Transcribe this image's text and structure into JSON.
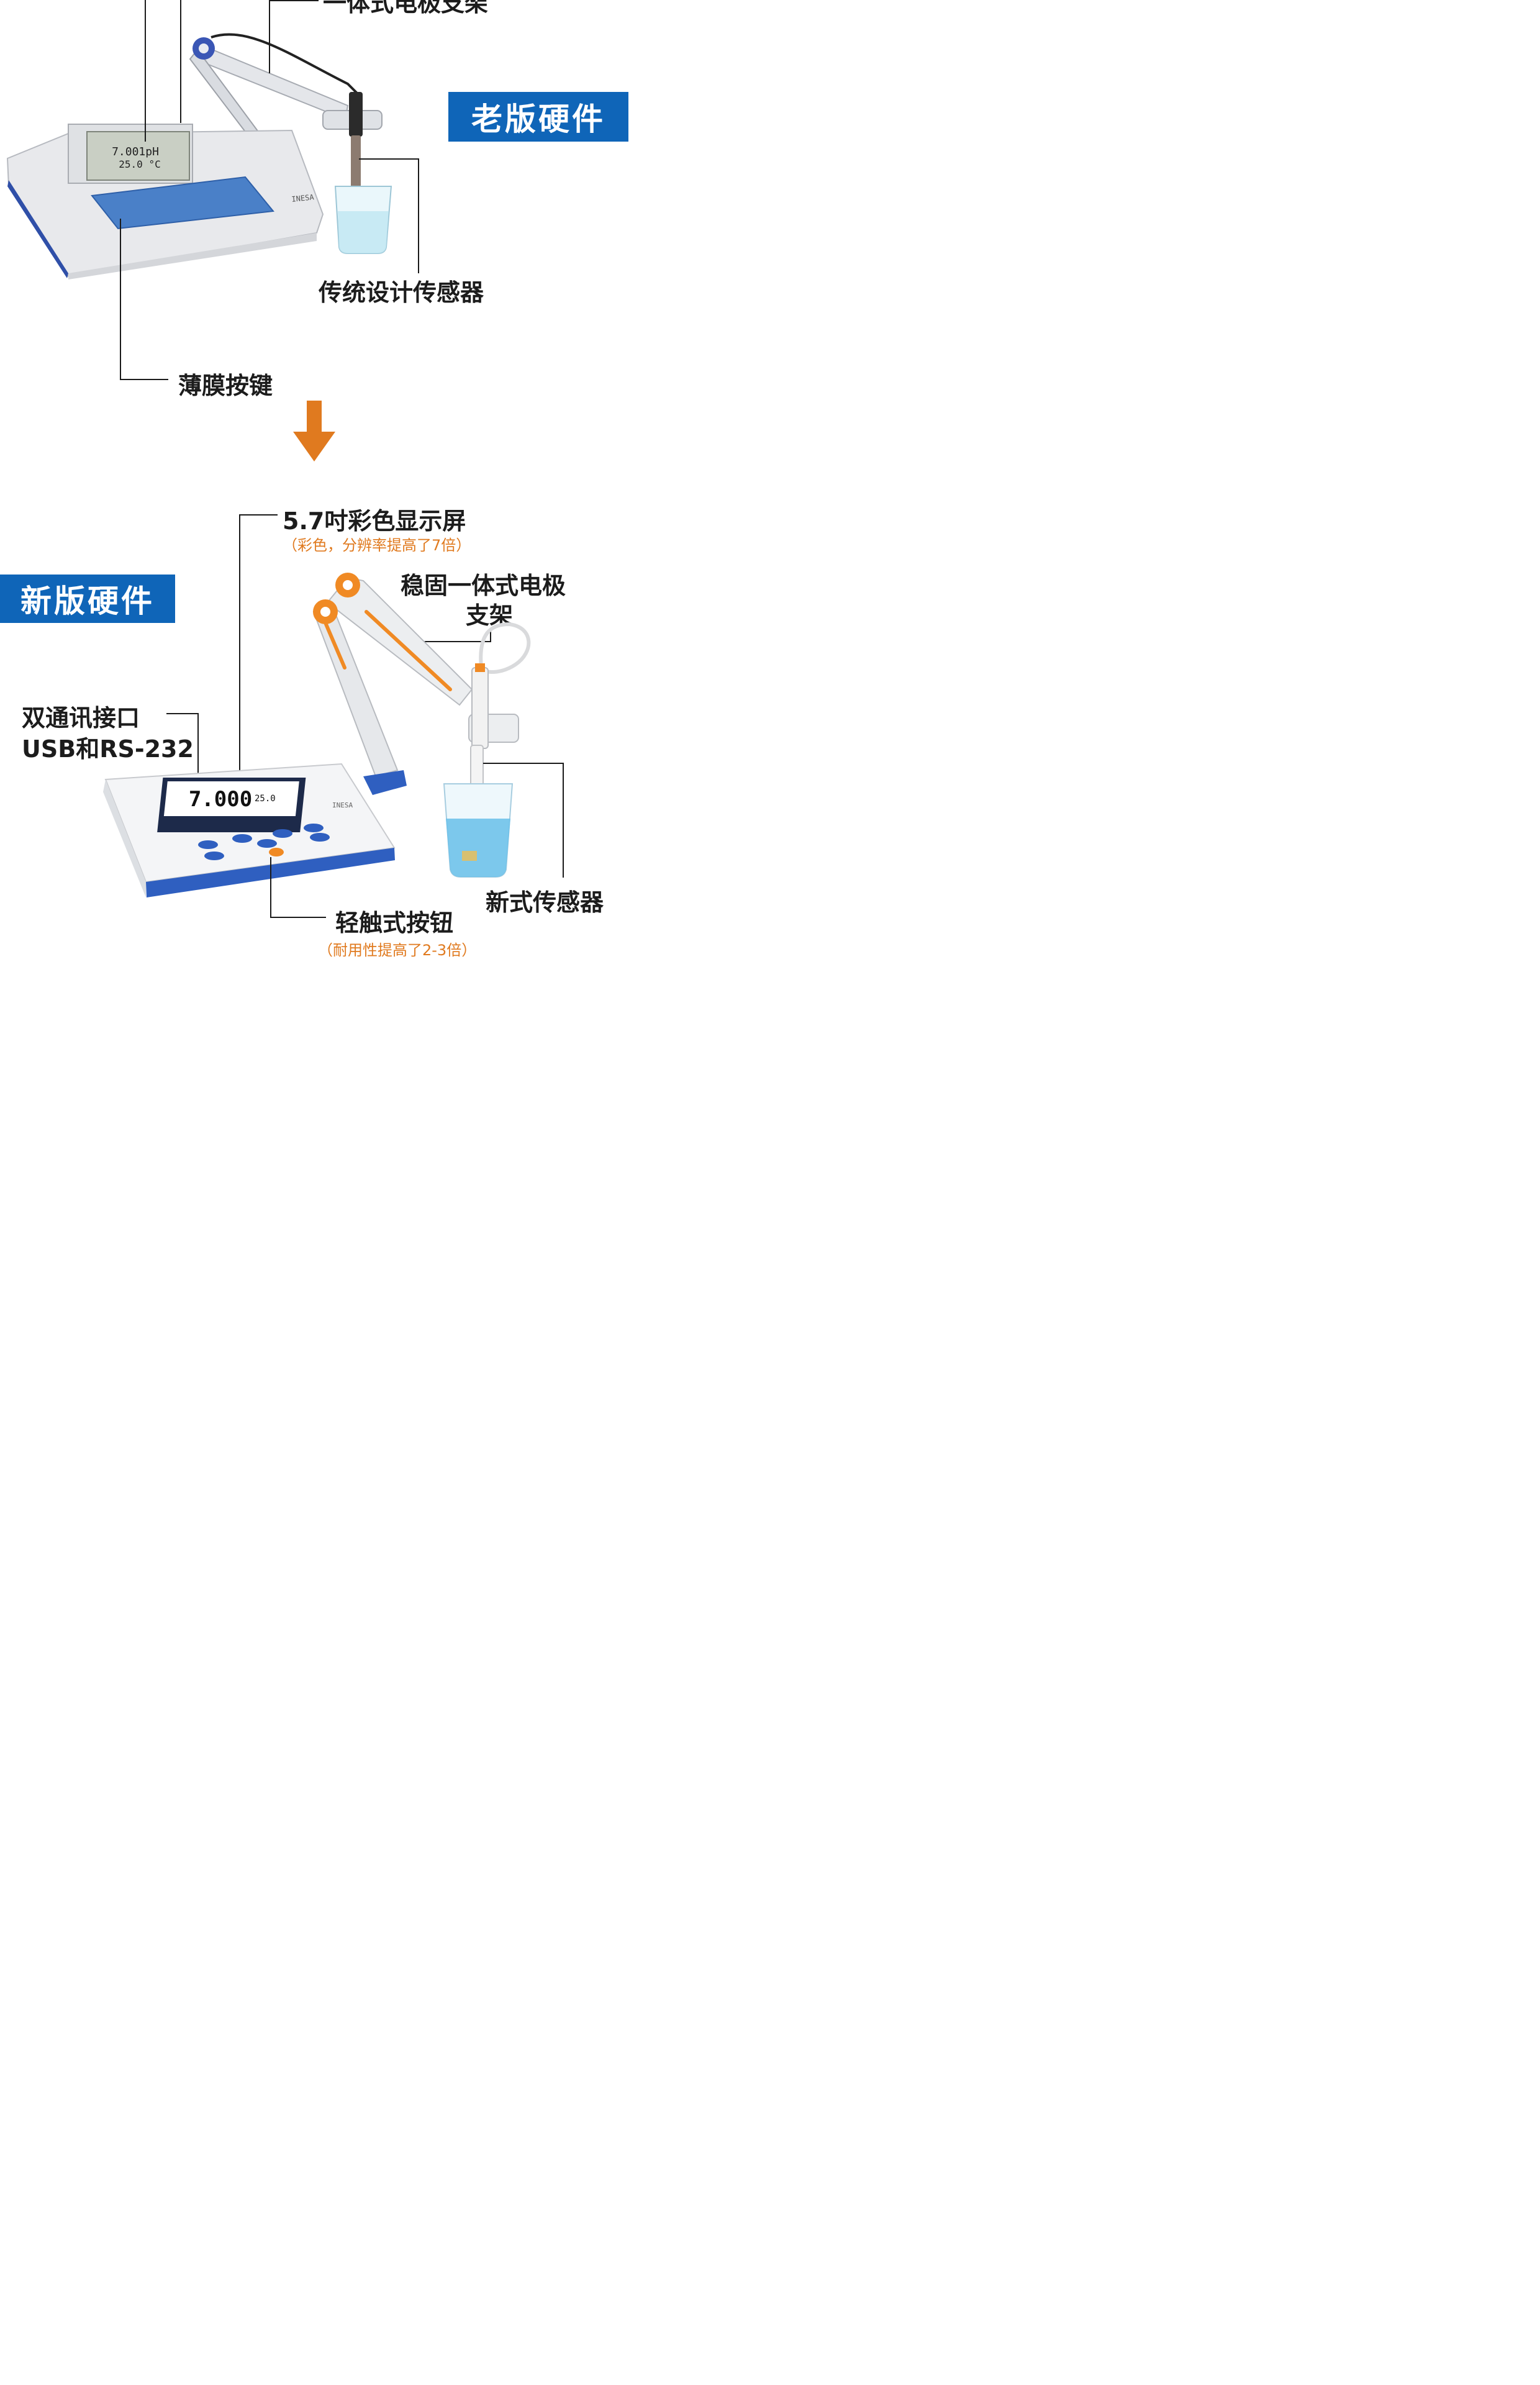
{
  "old_section": {
    "top_label_partial": "一体式电极支架",
    "badge": "老版硬件",
    "sensor_label": "传统设计传感器",
    "keypad_label": "薄膜按键",
    "device": {
      "screen_value": "7.001pH",
      "screen_temp": "25.0 °C",
      "brand": "INESA"
    }
  },
  "arrow_icon": "down-arrow-icon",
  "new_section": {
    "badge": "新版硬件",
    "display_label": "5.7吋彩色显示屏",
    "display_sub": "（彩色，分辨率提高了7倍）",
    "stand_label_line1": "稳固一体式电极",
    "stand_label_line2": "支架",
    "ports_label_line1": "双通讯接口",
    "ports_label_line2": "USB和RS-232",
    "sensor_label": "新式传感器",
    "buttons_label": "轻触式按钮",
    "buttons_sub": "（耐用性提高了2-3倍）",
    "device": {
      "screen_value": "7.000",
      "screen_temp": "25.0",
      "brand": "INESA"
    }
  },
  "colors": {
    "badge_blue": "#0f65b8",
    "accent_orange": "#e07a1f",
    "device_blue": "#2f5fc0"
  }
}
